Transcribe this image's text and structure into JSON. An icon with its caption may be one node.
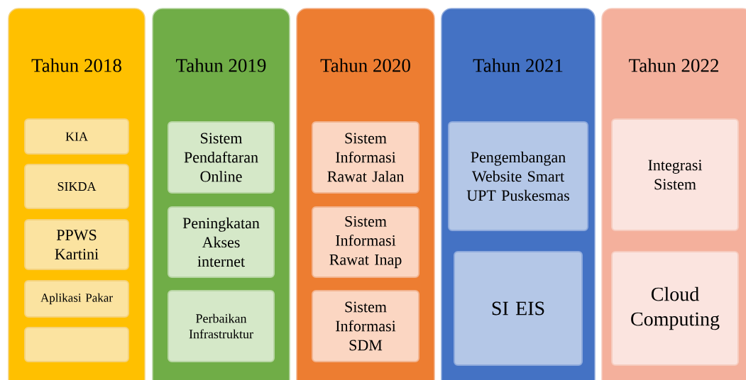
{
  "diagram": {
    "nodes": [
      {
        "text": [
          "Tahun 2018"
        ]
      },
      {
        "text": [
          "KIA"
        ],
        "in": 0
      },
      {
        "text": [
          "SIKDA"
        ],
        "in": 0
      },
      {
        "text": [
          "PPWS Kartini"
        ],
        "in": 0
      },
      {
        "text": [
          "Aplikasi Pakar"
        ],
        "in": 0
      },
      {
        "text": [],
        "shape": "box",
        "in": 0
      },
      {
        "text": [
          "Tahun 2019"
        ]
      },
      {
        "text": [
          "Sistem Pendaftaran Online"
        ],
        "in": 6
      },
      {
        "text": [
          "Peningkatan Akses internet"
        ],
        "in": 6
      },
      {
        "text": [
          "Perbaikan Infrastruktur"
        ],
        "in": 6
      },
      {
        "text": [
          "Tahun 2020"
        ]
      },
      {
        "text": [
          "Sistem Informasi Rawat Jalan"
        ],
        "in": 10
      },
      {
        "text": [
          "Sistem Informasi Rawat Inap"
        ],
        "in": 10
      },
      {
        "text": [
          "Sistem Informasi SDM"
        ],
        "in": 10
      },
      {
        "text": [
          "Tahun 2021"
        ]
      },
      {
        "text": [
          "Pengembangan Website Smart UPT Puskesmas"
        ],
        "in": 14
      },
      {
        "text": [
          "SI EIS"
        ],
        "in": 14
      },
      {
        "text": [
          "Tahun 2022"
        ]
      },
      {
        "text": [
          "Integrasi Sistem"
        ],
        "in": 17
      },
      {
        "text": [
          "Cloud Computing"
        ],
        "in": 17
      }
    ]
  }
}
